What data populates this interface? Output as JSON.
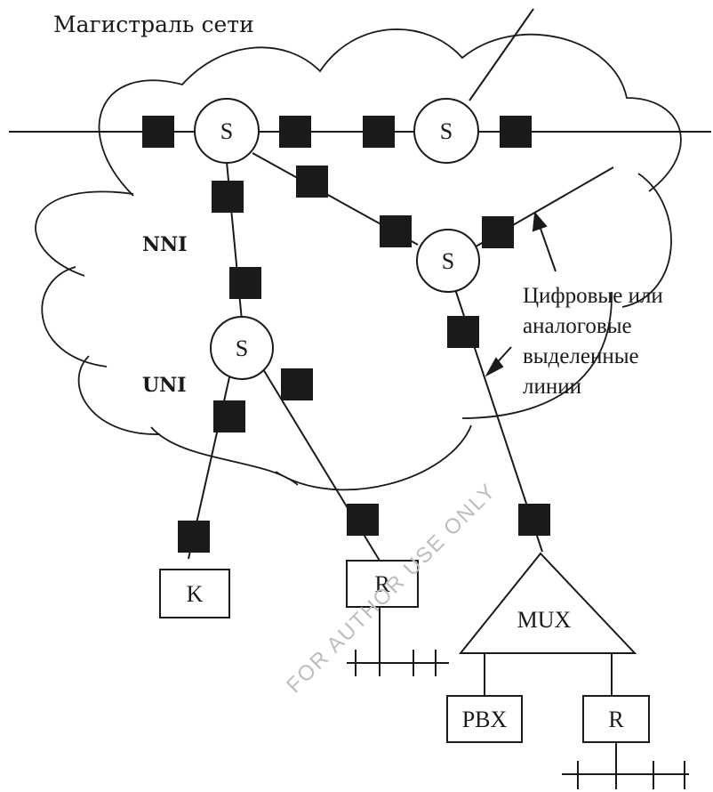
{
  "title": "Магистраль сети",
  "labels": {
    "nni": "NNI",
    "uni": "UNI"
  },
  "annotation": [
    "Цифровые или",
    "аналоговые",
    "выделенные",
    "линии"
  ],
  "nodes": {
    "switch": "S",
    "k": "K",
    "router": "R",
    "mux": "MUX",
    "pbx": "PBX"
  },
  "watermark": "FOR AUTHOR USE ONLY"
}
